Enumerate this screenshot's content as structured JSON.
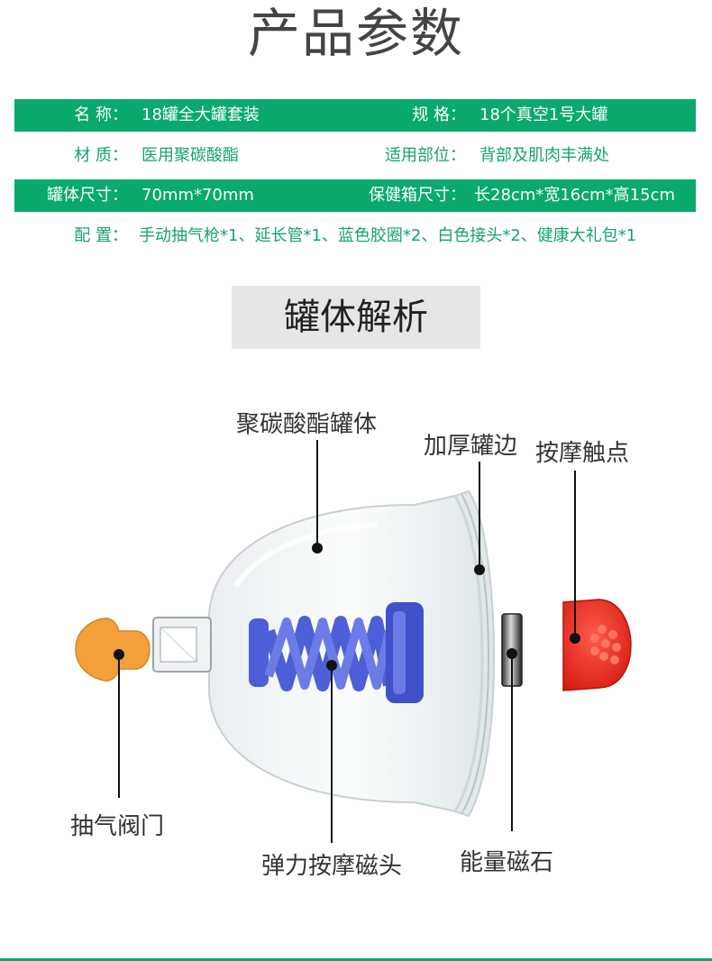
{
  "title": "产品参数",
  "params": {
    "row1": {
      "left_label": "名 称：",
      "left_value": "18罐全大罐套装",
      "right_label": "规 格：",
      "right_value": "18个真空1号大罐"
    },
    "row2": {
      "left_label": "材 质：",
      "left_value": "医用聚碳酸酯",
      "right_label": "适用部位：",
      "right_value": "背部及肌肉丰满处"
    },
    "row3": {
      "left_label": "罐体尺寸：",
      "left_value": "70mm*70mm",
      "right_label": "保健箱尺寸：",
      "right_value": "长28cm*宽16cm*高15cm"
    },
    "row4": {
      "label": "配 置：",
      "value": "手动抽气枪*1、延长管*1、蓝色胶圈*2、白色接头*2、健康大礼包*1"
    }
  },
  "section_title": "罐体解析",
  "callouts": {
    "body": "聚碳酸酯罐体",
    "rim": "加厚罐边",
    "tip": "按摩触点",
    "valve": "抽气阀门",
    "spring": "弹力按摩磁头",
    "magnet": "能量磁石"
  },
  "colors": {
    "accent_green": "#0aa96c",
    "label_green": "#16a36a",
    "spring_blue": "#4c5fd6",
    "valve_orange": "#f2a13a",
    "tip_red": "#e8241c"
  }
}
